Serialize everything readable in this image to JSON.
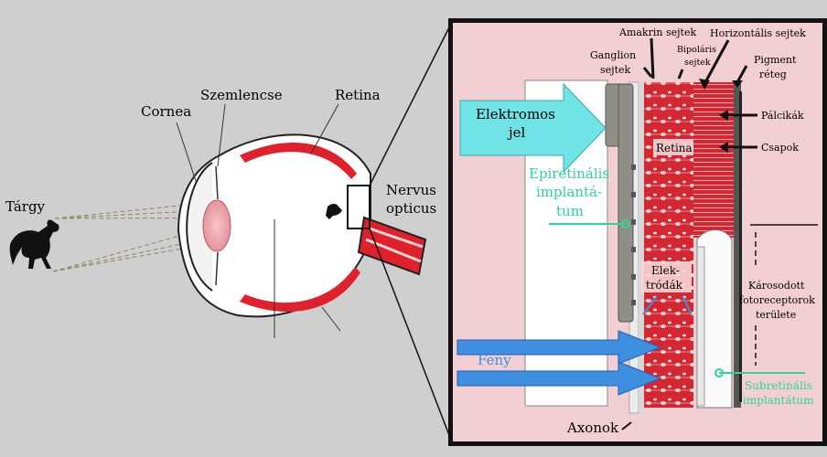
{
  "eye_labels": {
    "object": "Tárgy",
    "cornea": "Cornea",
    "lens": "Szemlencse",
    "retina": "Retina",
    "optic_nerve_line1": "Nervus",
    "optic_nerve_line2": "opticus"
  },
  "detail_labels": {
    "amacrine": "Amakrin sejtek",
    "horizontal": "Horizontális sejtek",
    "bipolar_line1": "Bipoláris",
    "bipolar_line2": "sejtek",
    "ganglion_line1": "Ganglion",
    "ganglion_line2": "sejtek",
    "pigment_line1": "Pigment",
    "pigment_line2": "réteg",
    "rods": "Pálcikák",
    "cones": "Csapok",
    "retina": "Retina",
    "electrical_line1": "Elektromos",
    "electrical_line2": "jel",
    "epi_line1": "Epiretinális",
    "epi_line2": "implantá-",
    "epi_line3": "tum",
    "electrodes_line1": "Elek-",
    "electrodes_line2": "tródák",
    "damaged_line1": "Károsodott",
    "damaged_line2": "fotoreceptorok",
    "damaged_line3": "területe",
    "light": "Fény",
    "sub_line1": "Subretinális",
    "sub_line2": "implantátum",
    "axons": "Axonok"
  },
  "colors": {
    "background": "#cfcfcf",
    "panel_bg": "#f2cfd3",
    "retina_red": "#d9232e",
    "arrow_cyan": "#6fe3e6",
    "arrow_blue": "#3f8fe0",
    "implant_gray": "#8a8a84",
    "green_label": "#2fd39a",
    "blue_label": "#3a8fe3"
  }
}
